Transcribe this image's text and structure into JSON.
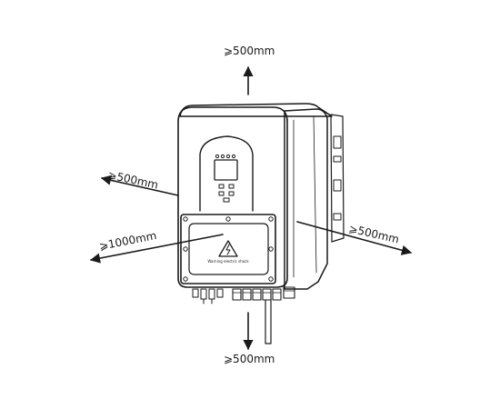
{
  "clearances": {
    "top": "⩾500mm",
    "bottom": "⩾500mm",
    "left": "⩾500mm",
    "front": "⩾1000mm",
    "right": "⩾500mm"
  },
  "warning_label": "Warning electric shock",
  "colors": {
    "stroke": "#1a1a1a",
    "fill": "#ffffff",
    "shade": "#dcdcdc"
  }
}
